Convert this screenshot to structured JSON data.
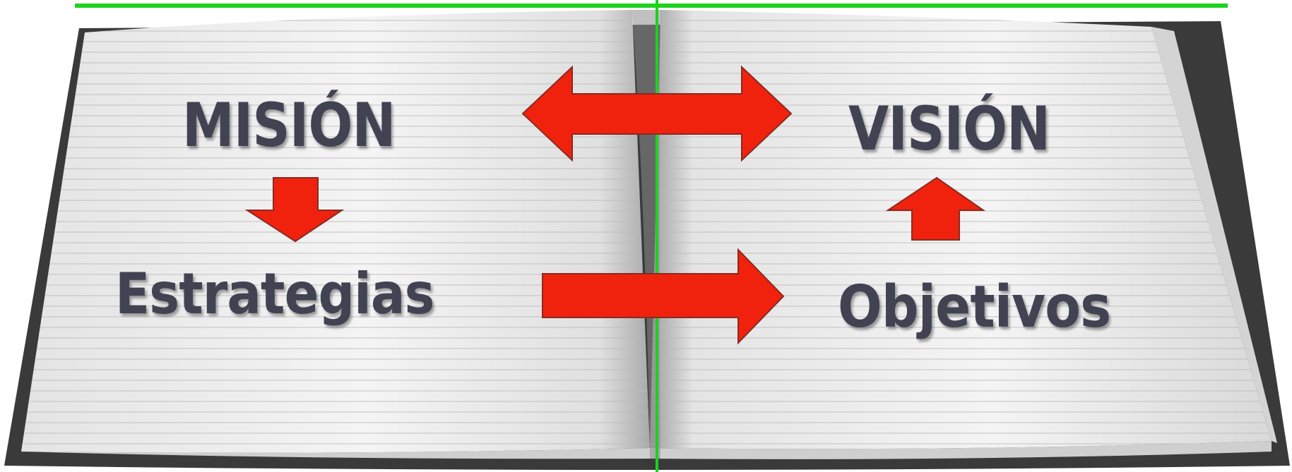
{
  "diagram": {
    "labels": {
      "mision": "MISIÓN",
      "vision": "VISIÓN",
      "estrategias": "Estrategias",
      "objetivos": "Objetivos"
    },
    "arrows": [
      {
        "id": "mision-vision",
        "from": "MISIÓN",
        "to": "VISIÓN",
        "direction": "bidirectional"
      },
      {
        "id": "mision-estrategias",
        "from": "MISIÓN",
        "to": "Estrategias",
        "direction": "down"
      },
      {
        "id": "estrategias-objetivos",
        "from": "Estrategias",
        "to": "Objetivos",
        "direction": "right"
      },
      {
        "id": "objetivos-vision",
        "from": "Objetivos",
        "to": "VISIÓN",
        "direction": "up"
      }
    ]
  },
  "colors": {
    "arrow_fill": "#f0220d",
    "arrow_stroke": "#8a2a22",
    "label_text": "#414352",
    "guide_line": "#1ed11e",
    "book_cover": "#3a3a3a",
    "page": "#f2f2f2"
  }
}
